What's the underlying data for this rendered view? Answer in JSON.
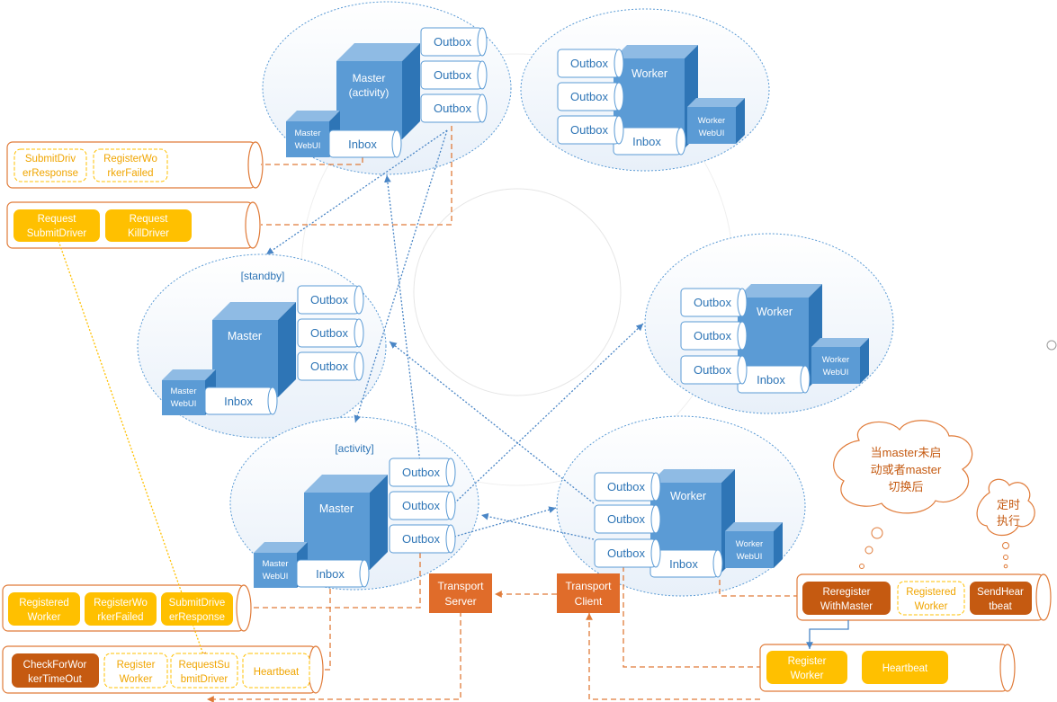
{
  "colors": {
    "cube_front": "#5b9bd5",
    "cube_top": "#8fbbe4",
    "cube_side": "#2e75b6",
    "queue_text": "#2e75b6",
    "queue_stroke": "#5b9bd5",
    "ellipse_dash": "#5b9bd5",
    "arrow_blue": "#4a86c6",
    "pipe_orange": "#e07b39",
    "msg_gold": "#ffc000",
    "msg_gold_text": "#f0a500",
    "msg_dark_orange": "#c55a11",
    "transport_orange": "#e06c2a"
  },
  "clusters": {
    "master_top": {
      "cube_label_line1": "Master",
      "cube_label_line2": "(activity)",
      "webui_line1": "Master",
      "webui_line2": "WebUI",
      "inbox": "Inbox",
      "outboxes": [
        "Outbox",
        "Outbox",
        "Outbox"
      ]
    },
    "master_standby": {
      "state_label": "[standby]",
      "cube_label": "Master",
      "webui_line1": "Master",
      "webui_line2": "WebUI",
      "inbox": "Inbox",
      "outboxes": [
        "Outbox",
        "Outbox",
        "Outbox"
      ]
    },
    "master_bottom": {
      "state_label": "[activity]",
      "cube_label": "Master",
      "webui_line1": "Master",
      "webui_line2": "WebUI",
      "inbox": "Inbox",
      "outboxes": [
        "Outbox",
        "Outbox",
        "Outbox"
      ]
    },
    "worker_top": {
      "cube_label": "Worker",
      "webui_line1": "Worker",
      "webui_line2": "WebUI",
      "inbox": "Inbox",
      "outboxes": [
        "Outbox",
        "Outbox",
        "Outbox"
      ]
    },
    "worker_mid": {
      "cube_label": "Worker",
      "webui_line1": "Worker",
      "webui_line2": "WebUI",
      "inbox": "Inbox",
      "outboxes": [
        "Outbox",
        "Outbox",
        "Outbox"
      ]
    },
    "worker_bottom": {
      "cube_label": "Worker",
      "webui_line1": "Worker",
      "webui_line2": "WebUI",
      "inbox": "Inbox",
      "outboxes": [
        "Outbox",
        "Outbox",
        "Outbox"
      ]
    }
  },
  "pipes": {
    "p1": {
      "msgs": [
        [
          "SubmitDriv",
          "erResponse"
        ],
        [
          "RegisterWo",
          "rkerFailed"
        ]
      ]
    },
    "p2": {
      "msgs": [
        [
          "Request",
          "SubmitDriver"
        ],
        [
          "Request",
          "KillDriver"
        ]
      ]
    },
    "p3": {
      "msgs": [
        [
          "Registered",
          "Worker"
        ],
        [
          "RegisterWo",
          "rkerFailed"
        ],
        [
          "SubmitDrive",
          "erResponse"
        ]
      ]
    },
    "p4": {
      "msgs": [
        [
          "CheckForWor",
          "kerTimeOut"
        ],
        [
          "Register",
          "Worker"
        ],
        [
          "RequestSu",
          "bmitDriver"
        ],
        [
          "Heartbeat"
        ]
      ]
    },
    "p5": {
      "msgs": [
        [
          "Reregister",
          "WithMaster"
        ],
        [
          "Registered",
          "Worker"
        ],
        [
          "SendHear",
          "tbeat"
        ]
      ]
    },
    "p6": {
      "msgs": [
        [
          "Register",
          "Worker"
        ],
        [
          "Heartbeat"
        ]
      ]
    }
  },
  "transport": {
    "server_line1": "Transport",
    "server_line2": "Server",
    "client_line1": "Transport",
    "client_line2": "Client"
  },
  "thoughts": {
    "big_line1": "当master未启",
    "big_line2": "动或者master",
    "big_line3": "切换后",
    "small_line1": "定时",
    "small_line2": "执行"
  }
}
